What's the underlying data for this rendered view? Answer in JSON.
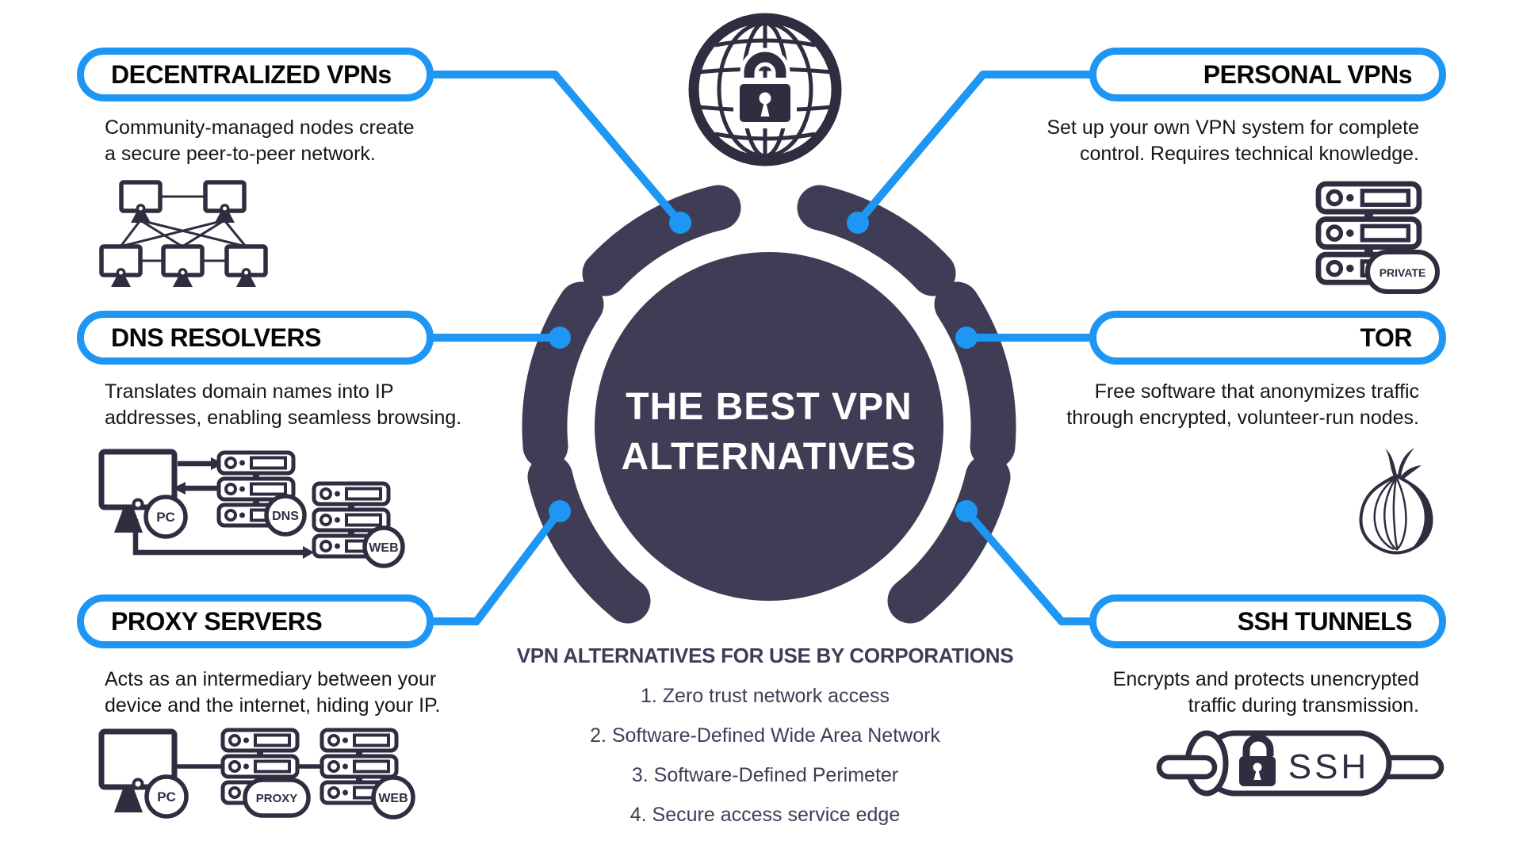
{
  "palette": {
    "blue": "#1E96F3",
    "navy": "#3F3D56",
    "icon_dark": "#2F2E41",
    "text_dark": "#161616"
  },
  "center": {
    "title_line1": "THE BEST VPN",
    "title_line2": "ALTERNATIVES",
    "icon": "globe-lock-icon"
  },
  "sections": {
    "decentralized": {
      "title": "DECENTRALIZED VPNs",
      "description_lines": [
        "Community-managed nodes create",
        "a secure peer-to-peer network."
      ],
      "icon": "peer-to-peer-network-icon"
    },
    "dns": {
      "title": "DNS RESOLVERS",
      "description_lines": [
        "Translates domain names into IP",
        "addresses, enabling seamless browsing."
      ],
      "icon": "pc-dns-web-flow-icon"
    },
    "proxy": {
      "title": "PROXY SERVERS",
      "description_lines": [
        "Acts as an intermediary between your",
        "device and the internet, hiding your IP."
      ],
      "icon": "pc-proxy-web-flow-icon"
    },
    "personal": {
      "title": "PERSONAL VPNs",
      "description_lines": [
        "Set up your own VPN system for complete",
        "control. Requires technical knowledge."
      ],
      "icon": "private-server-rack-icon"
    },
    "tor": {
      "title": "TOR",
      "description_lines": [
        "Free software that anonymizes traffic",
        "through encrypted, volunteer-run nodes."
      ],
      "icon": "tor-onion-icon"
    },
    "ssh": {
      "title": "SSH TUNNELS",
      "description_lines": [
        "Encrypts and protects unencrypted",
        "traffic during transmission."
      ],
      "icon": "ssh-tunnel-icon"
    }
  },
  "corporate": {
    "heading": "VPN ALTERNATIVES FOR USE BY CORPORATIONS",
    "items": [
      "1. Zero trust network access",
      "2. Software-Defined Wide Area Network",
      "3. Software-Defined Perimeter",
      "4. Secure access service edge"
    ]
  },
  "icon_labels": {
    "pc": "PC",
    "dns": "DNS",
    "web": "WEB",
    "proxy": "PROXY",
    "private": "PRIVATE",
    "ssh": "SSH"
  }
}
